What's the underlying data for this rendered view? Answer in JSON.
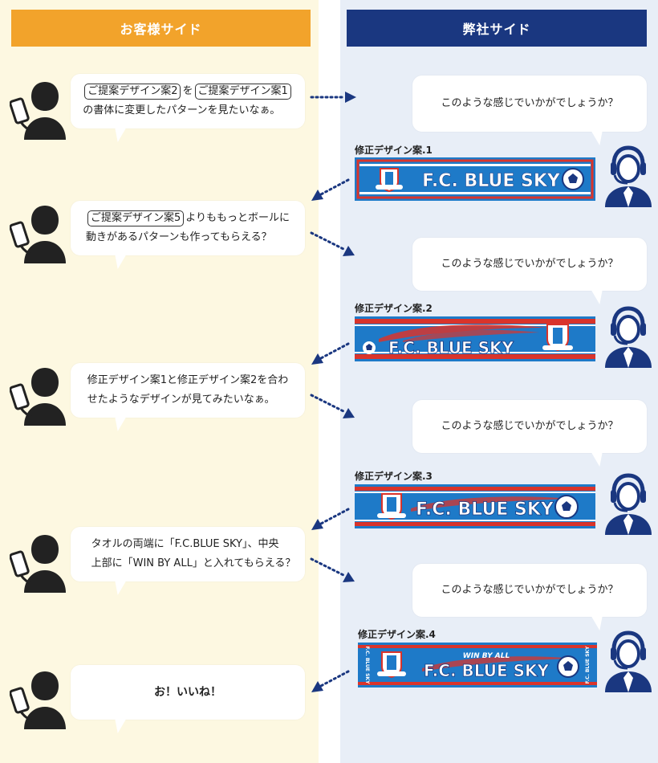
{
  "columns": {
    "customer": "お客様サイド",
    "company": "弊社サイド"
  },
  "customer_messages": [
    {
      "pill1": "ご提案デザイン案2",
      "mid1": "を",
      "pill2": "ご提案デザイン案1",
      "line2": "の書体に変更したパターンを見たいなぁ。"
    },
    {
      "pill1": "ご提案デザイン案5",
      "tail1": "よりももっとボールに",
      "line2": "動きがあるパターンも作ってもらえる？"
    },
    {
      "line1": "修正デザイン案1と修正デザイン案2を合わ",
      "line2": "せたようなデザインが見てみたいなぁ。"
    },
    {
      "line1": "タオルの両端に「F.C.BLUE SKY」、中央",
      "line2": "上部に「WIN BY ALL」と入れてもらえる？"
    },
    {
      "line1": "お！いいね！"
    }
  ],
  "company_messages": [
    "このような感じでいかがでしょうか？",
    "このような感じでいかがでしょうか？",
    "このような感じでいかがでしょうか？",
    "このような感じでいかがでしょうか？"
  ],
  "designs": [
    {
      "label": "修正デザイン案.1",
      "text": "F.C. BLUE SKY"
    },
    {
      "label": "修正デザイン案.2",
      "text": "F.C. BLUE SKY"
    },
    {
      "label": "修正デザイン案.3",
      "text": "F.C. BLUE SKY"
    },
    {
      "label": "修正デザイン案.4",
      "text": "F.C. BLUE SKY",
      "top_text": "WIN BY ALL",
      "side_text": "F.C. BLUE SKY"
    }
  ],
  "colors": {
    "customer_header": "#f2a32b",
    "company_header": "#1a3780",
    "towel_blue": "#1e7ac8",
    "towel_red": "#d9342b",
    "arrow": "#1a3780"
  }
}
